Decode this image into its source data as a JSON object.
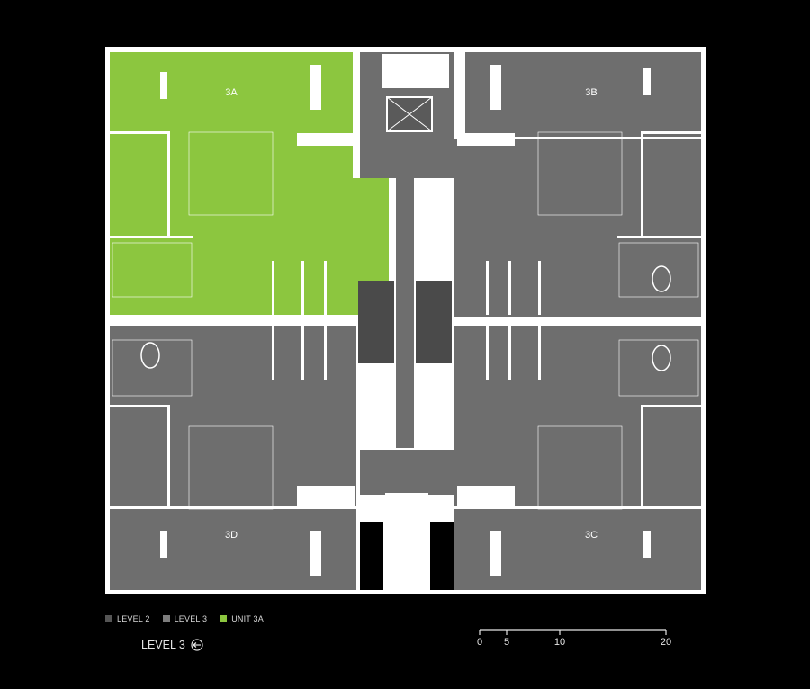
{
  "plan": {
    "units": [
      {
        "id": "3A",
        "label": "3A",
        "highlighted": true
      },
      {
        "id": "3B",
        "label": "3B",
        "highlighted": false
      },
      {
        "id": "3C",
        "label": "3C",
        "highlighted": false
      },
      {
        "id": "3D",
        "label": "3D",
        "highlighted": false
      }
    ]
  },
  "legend": {
    "items": [
      {
        "label": "LEVEL 2",
        "color": "#555555"
      },
      {
        "label": "LEVEL 3",
        "color": "#7d7d7d"
      },
      {
        "label": "UNIT 3A",
        "color": "#8cc63f"
      }
    ]
  },
  "title": {
    "text": "LEVEL 3",
    "icon": "north-arrow-icon"
  },
  "scale_bar": {
    "ticks": [
      "0",
      "5",
      "10",
      "20"
    ],
    "values": [
      0,
      5,
      10,
      20
    ]
  },
  "colors": {
    "floor": "#6e6e6e",
    "walls": "#ffffff",
    "highlight": "#8cc63f",
    "elevator": "#4a4a4a",
    "background": "#000000"
  }
}
